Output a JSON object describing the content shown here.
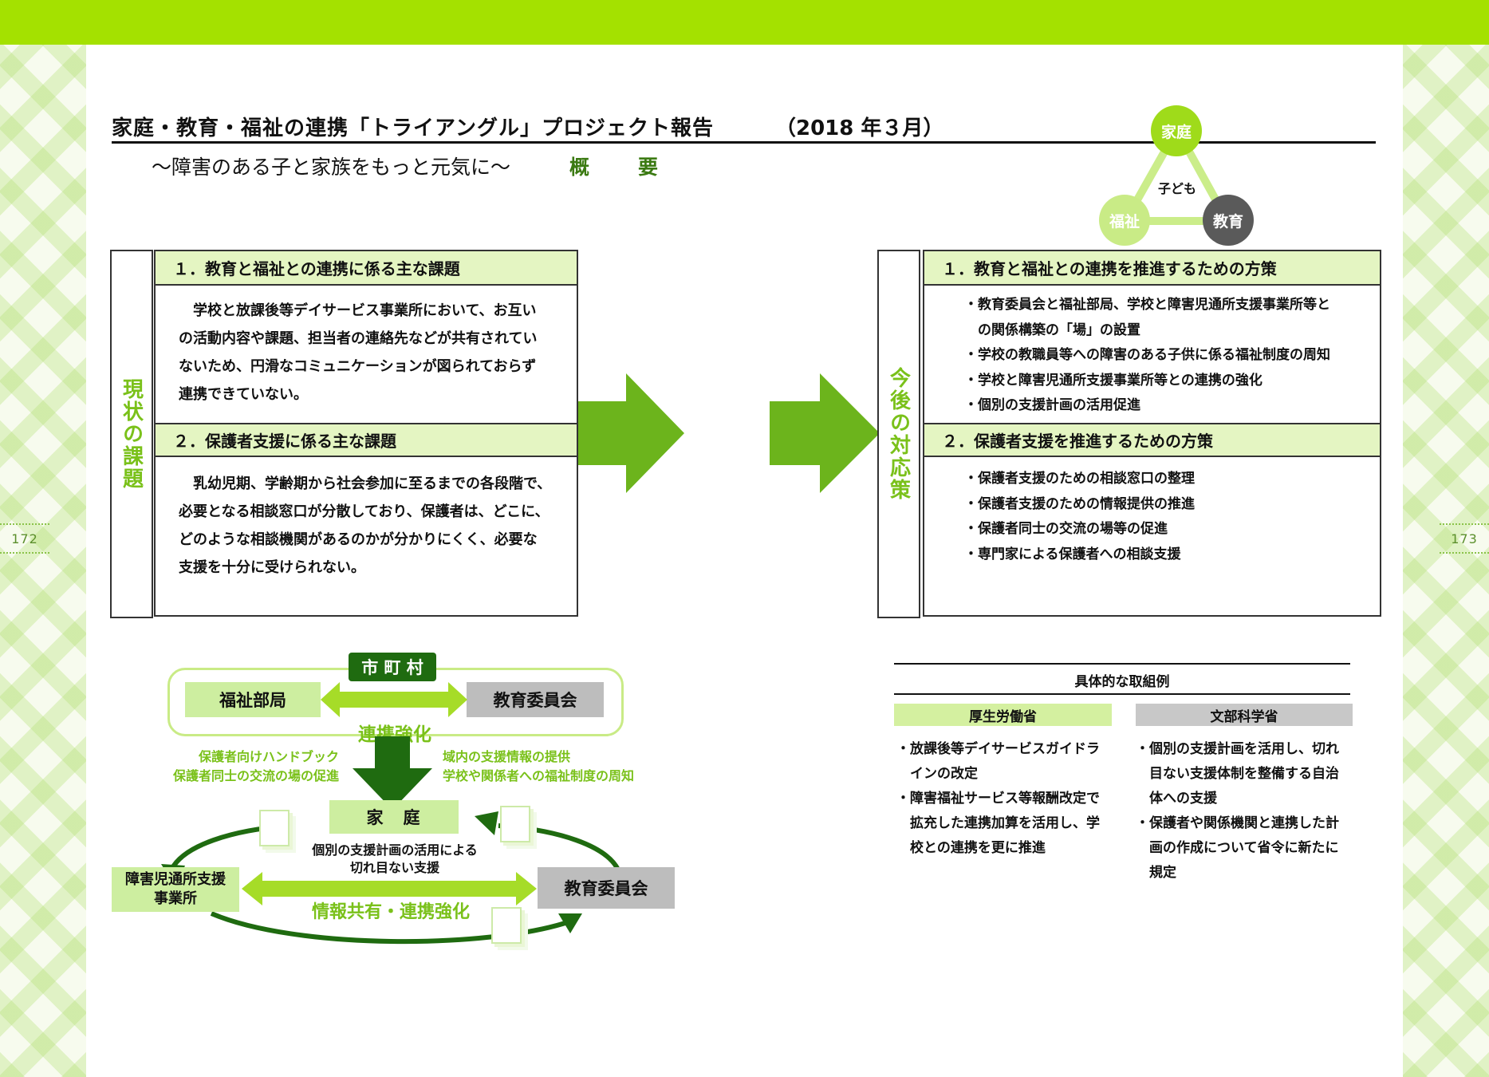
{
  "header": {
    "title": "家庭・教育・福祉の連携「トライアングル」プロジェクト報告",
    "date": "（2018 年３月）",
    "subtitle": "～障害のある子と家族をもっと元気に～",
    "overview": "概　要"
  },
  "pages": {
    "left": "172",
    "right": "173"
  },
  "triangle": {
    "top": "家庭",
    "center": "子ども",
    "left": "福祉",
    "right": "教育"
  },
  "left_section": {
    "vertical_label": "現状の課題",
    "issue1": {
      "heading": "１．教育と福祉との連携に係る主な課題",
      "lines": [
        "　学校と放課後等デイサービス事業所において、お互い",
        "の活動内容や課題、担当者の連絡先などが共有されてい",
        "ないため、円滑なコミュニケーションが図られておらず",
        "連携できていない。"
      ]
    },
    "issue2": {
      "heading": "２．保護者支援に係る主な課題",
      "lines": [
        "　乳幼児期、学齢期から社会参加に至るまでの各段階で、",
        "必要となる相談窓口が分散しており、保護者は、どこに、",
        "どのような相談機関があるのかが分かりにくく、必要な",
        "支援を十分に受けられない。"
      ]
    }
  },
  "right_section": {
    "vertical_label": "今後の対応策",
    "measure1": {
      "heading": "１．教育と福祉との連携を推進するための方策",
      "items": [
        "・教育委員会と福祉部局、学校と障害児通所支援事業所等と",
        "　の関係構築の「場」の設置",
        "・学校の教職員等への障害のある子供に係る福祉制度の周知",
        "・学校と障害児通所支援事業所等との連携の強化",
        "・個別の支援計画の活用促進"
      ]
    },
    "measure2": {
      "heading": "２．保護者支援を推進するための方策",
      "items": [
        "・保護者支援のための相談窓口の整理",
        "・保護者支援のための情報提供の推進",
        "・保護者同士の交流の場等の促進",
        "・専門家による保護者への相談支援"
      ]
    }
  },
  "diagram": {
    "municipality": "市 町 村",
    "welfare_dept": "福祉部局",
    "board_of_education": "教育委員会",
    "cooperation": "連携強化",
    "left_note": [
      "保護者向けハンドブック",
      "保護者同士の交流の場の促進"
    ],
    "right_note": [
      "域内の支援情報の提供",
      "学校や関係者への福祉制度の周知"
    ],
    "home": "家　庭",
    "support_plan": [
      "個別の支援計画の活用による",
      "切れ目ない支援"
    ],
    "facility": [
      "障害児通所支援",
      "事業所"
    ],
    "board_of_education_2": "教育委員会",
    "info_sharing": "情報共有・連携強化"
  },
  "examples": {
    "title": "具体的な取組例",
    "mhlw": {
      "label": "厚生労働省",
      "lines": [
        "・放課後等デイサービスガイドラ",
        "　インの改定",
        "・障害福祉サービス等報酬改定で",
        "　拡充した連携加算を活用し、学",
        "　校との連携を更に推進"
      ]
    },
    "mext": {
      "label": "文部科学省",
      "lines": [
        "・個別の支援計画を活用し、切れ",
        "　目ない支援体制を整備する自治",
        "　体への支援",
        "・保護者や関係機関と連携した計",
        "　画の作成について省令に新たに",
        "　規定"
      ]
    }
  },
  "colors": {
    "brand_green": "#a4e100",
    "dark_green": "#1f6b10",
    "arrow_green": "#6cb41c",
    "light_green": "#e4f5c2"
  }
}
